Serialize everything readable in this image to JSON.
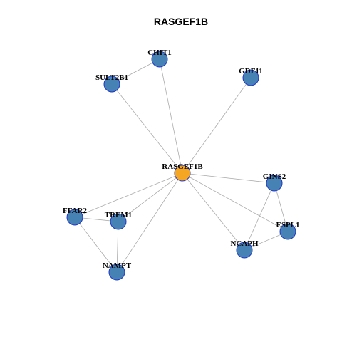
{
  "title": "RASGEF1B",
  "colors": {
    "hub": "#f5a623",
    "node": "#4682b4",
    "node_border": "#1f35c8",
    "edge": "#aaaaaa"
  },
  "nodes": [
    {
      "id": "RASGEF1B",
      "label": "RASGEF1B",
      "hub": true
    },
    {
      "id": "CHIT1",
      "label": "CHIT1"
    },
    {
      "id": "SULT2B1",
      "label": "SULT2B1"
    },
    {
      "id": "GDF11",
      "label": "GDF11"
    },
    {
      "id": "GINS2",
      "label": "GINS2"
    },
    {
      "id": "ESPL1",
      "label": "ESPL1"
    },
    {
      "id": "NCAPH",
      "label": "NCAPH"
    },
    {
      "id": "FFAR2",
      "label": "FFAR2"
    },
    {
      "id": "TREM1",
      "label": "TREM1"
    },
    {
      "id": "NAMPT",
      "label": "NAMPT"
    }
  ],
  "edges": [
    [
      "RASGEF1B",
      "CHIT1"
    ],
    [
      "RASGEF1B",
      "SULT2B1"
    ],
    [
      "RASGEF1B",
      "GDF11"
    ],
    [
      "RASGEF1B",
      "GINS2"
    ],
    [
      "RASGEF1B",
      "ESPL1"
    ],
    [
      "RASGEF1B",
      "NCAPH"
    ],
    [
      "RASGEF1B",
      "FFAR2"
    ],
    [
      "RASGEF1B",
      "TREM1"
    ],
    [
      "RASGEF1B",
      "NAMPT"
    ],
    [
      "CHIT1",
      "SULT2B1"
    ],
    [
      "GINS2",
      "ESPL1"
    ],
    [
      "GINS2",
      "NCAPH"
    ],
    [
      "NCAPH",
      "ESPL1"
    ],
    [
      "FFAR2",
      "TREM1"
    ],
    [
      "FFAR2",
      "NAMPT"
    ],
    [
      "TREM1",
      "NAMPT"
    ]
  ]
}
